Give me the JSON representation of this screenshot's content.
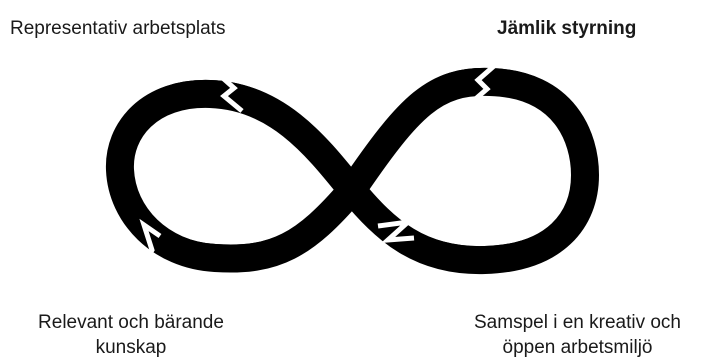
{
  "labels": {
    "top_left": "Representativ arbetsplats",
    "top_right": "Jämlik styrning",
    "bottom_left_line1": "Relevant och bärande",
    "bottom_left_line2": "kunskap",
    "bottom_right_line1": "Samspel i en kreativ och",
    "bottom_right_line2": "öppen arbetsmiljö"
  },
  "colors": {
    "shape": "#000000",
    "background": "#ffffff",
    "text": "#1a1a1a"
  }
}
